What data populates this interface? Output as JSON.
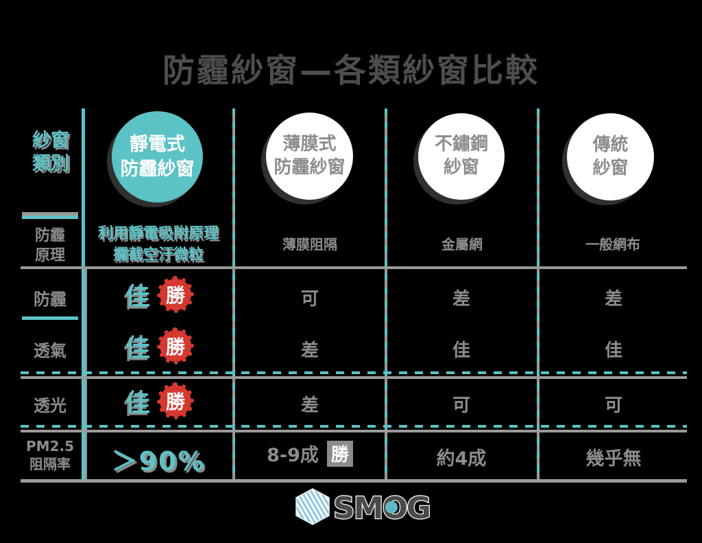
{
  "title": "防霾紗窗—各類紗窗比較",
  "corner": {
    "line1": "紗窗",
    "line2": "類別"
  },
  "columns": [
    {
      "name_line1": "靜電式",
      "name_line2": "防霾紗窗"
    },
    {
      "name_line1": "薄膜式",
      "name_line2": "防霾紗窗"
    },
    {
      "name_line1": "不鏽鋼",
      "name_line2": "紗窗"
    },
    {
      "name_line1": "傳統",
      "name_line2": "紗窗"
    }
  ],
  "principle_row": {
    "label_line1": "防霾",
    "label_line2": "原理",
    "static_line1": "利用靜電吸附原理",
    "static_line2": "攔截空汙微粒",
    "film": "薄膜阻隔",
    "steel": "金屬網",
    "traditional": "一般網布"
  },
  "rating_rows": [
    {
      "label": "防霾",
      "static": "佳",
      "film": "可",
      "steel": "差",
      "traditional": "差"
    },
    {
      "label": "透氣",
      "static": "佳",
      "film": "差",
      "steel": "佳",
      "traditional": "佳"
    },
    {
      "label": "透光",
      "static": "佳",
      "film": "差",
      "steel": "可",
      "traditional": "可"
    }
  ],
  "score_row": {
    "label_line1": "PM2.5",
    "label_line2": "阻隔率",
    "static": "＞90%",
    "film": "8-9成",
    "steel": "約4成",
    "traditional": "幾乎無"
  },
  "win_text": "勝",
  "logo_text": "SMOG",
  "colors": {
    "teal": "#5bc2c6",
    "gray_text": "#8c8c8c",
    "line_gray": "#9a9a9a",
    "red": "#d4382f",
    "title_gray": "#4d4d4d",
    "white": "#ffffff",
    "background": "#000000"
  }
}
